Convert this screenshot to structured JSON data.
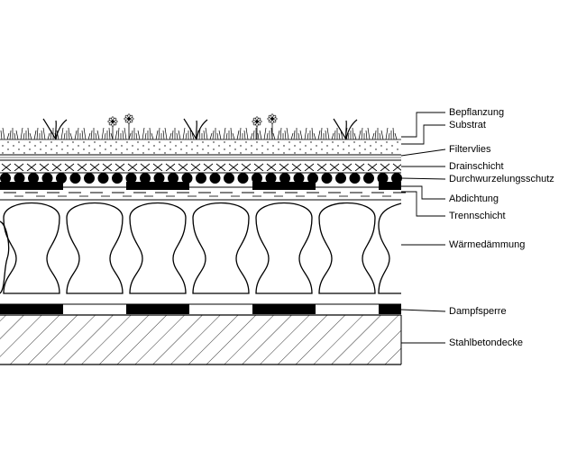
{
  "layers": [
    {
      "id": "bepflanzung",
      "label": "Bepflanzung"
    },
    {
      "id": "substrat",
      "label": "Substrat"
    },
    {
      "id": "filtervlies",
      "label": "Filtervlies"
    },
    {
      "id": "drainschicht",
      "label": "Drainschicht"
    },
    {
      "id": "durchwurzelungsschutz",
      "label": "Durchwurzelungsschutz"
    },
    {
      "id": "abdichtung",
      "label": "Abdichtung"
    },
    {
      "id": "trennschicht",
      "label": "Trennschicht"
    },
    {
      "id": "waermedaemmung",
      "label": "Wärmedämmung"
    },
    {
      "id": "dampfsperre",
      "label": "Dampfsperre"
    },
    {
      "id": "stahlbetondecke",
      "label": "Stahlbetondecke"
    }
  ],
  "colors": {
    "ink": "#000000",
    "fill": "#ffffff"
  }
}
